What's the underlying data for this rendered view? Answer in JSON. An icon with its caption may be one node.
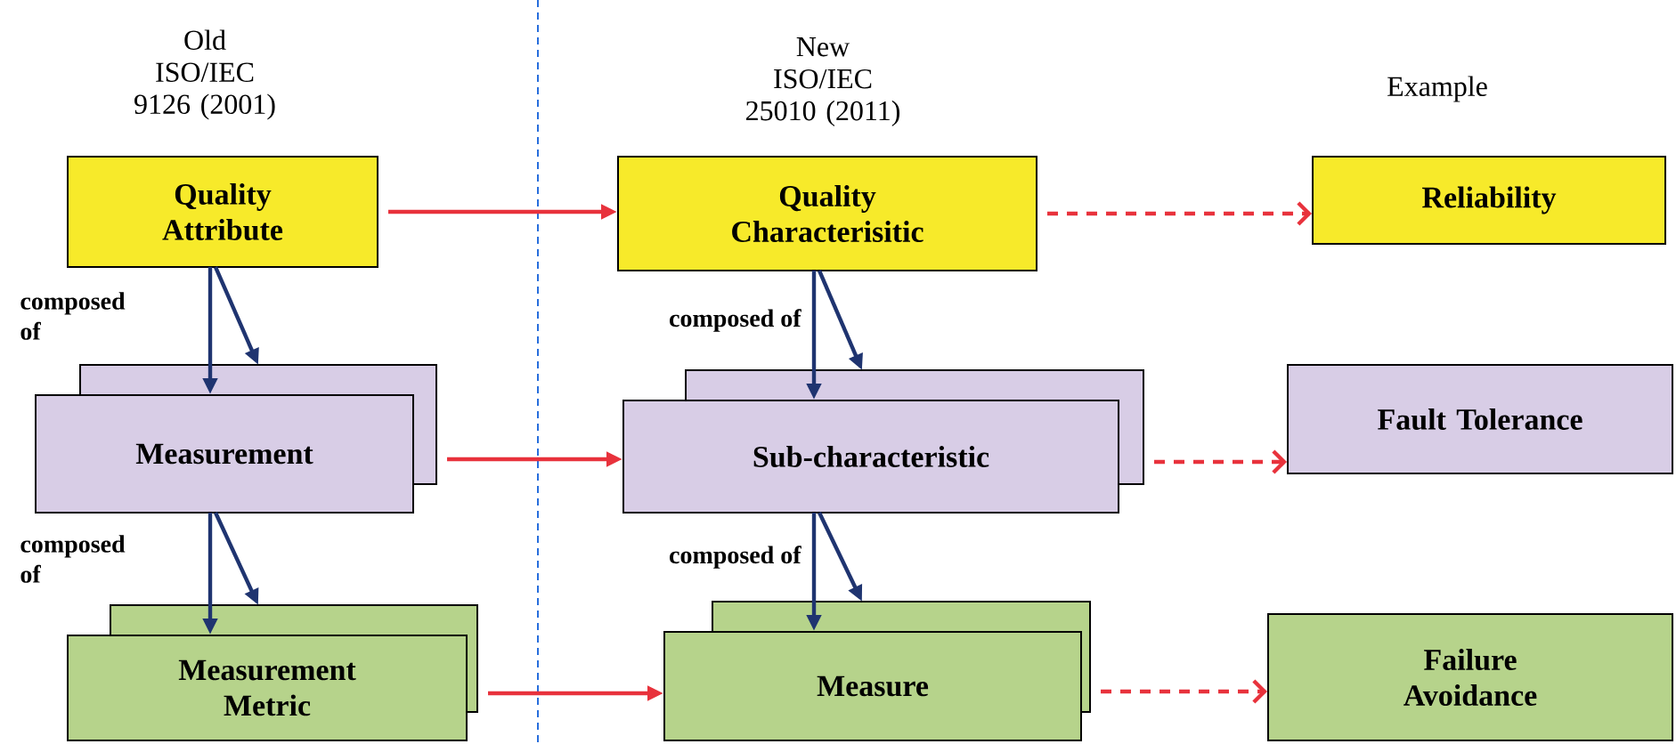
{
  "diagram": {
    "nodes": [
      {
        "text": [
          "Quality Attribute"
        ]
      },
      {
        "text": [
          "Measurement"
        ]
      },
      {
        "text": [
          "Measurement Metric"
        ]
      },
      {
        "text": [
          "Quality Characterisitic"
        ]
      },
      {
        "text": [
          "Sub-characteristic"
        ]
      },
      {
        "text": [
          "Measure"
        ]
      },
      {
        "text": [
          "Reliability"
        ]
      },
      {
        "text": [
          "Fault Tolerance"
        ]
      },
      {
        "text": [
          "Failure Avoidance"
        ]
      }
    ],
    "edges": [
      {
        "from": 0,
        "to": 3,
        "arrow": "to",
        "color": "#e8323c"
      },
      {
        "from": 1,
        "to": 4,
        "arrow": "to",
        "color": "#e8323c"
      },
      {
        "from": 2,
        "to": 5,
        "arrow": "to",
        "color": "#e8323c"
      },
      {
        "from": 3,
        "to": 6,
        "arrow": "to",
        "style": "dashed",
        "color": "#e8323c"
      },
      {
        "from": 4,
        "to": 7,
        "arrow": "to",
        "style": "dashed",
        "color": "#e8323c"
      },
      {
        "from": 5,
        "to": 8,
        "arrow": "to",
        "style": "dashed",
        "color": "#e8323c"
      },
      {
        "from": 0,
        "to": 1,
        "arrow": "to",
        "label": "composed of"
      },
      {
        "from": 0,
        "to": 1,
        "arrow": "to"
      },
      {
        "from": 1,
        "to": 2,
        "arrow": "to",
        "label": "composed of"
      },
      {
        "from": 1,
        "to": 2,
        "arrow": "to"
      },
      {
        "from": 3,
        "to": 4,
        "arrow": "to",
        "label": "composed of"
      },
      {
        "from": 3,
        "to": 4,
        "arrow": "to"
      },
      {
        "from": 4,
        "to": 5,
        "arrow": "to",
        "label": "composed of"
      },
      {
        "from": 4,
        "to": 5,
        "arrow": "to"
      }
    ],
    "labels": [
      "Old ISO/IEC 9126 (2001)",
      "New ISO/IEC 25010 (2011)",
      "Example"
    ]
  }
}
